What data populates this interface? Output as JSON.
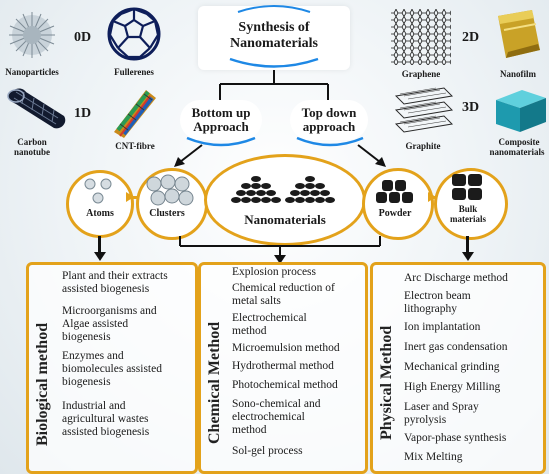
{
  "title": {
    "line1": "Synthesis of",
    "line2": "Nanomaterials"
  },
  "approaches": {
    "bottom_up_1": "Bottom up",
    "bottom_up_2": "Approach",
    "top_down_1": "Top down",
    "top_down_2": "approach"
  },
  "dimensions": {
    "zero_d": "0D",
    "one_d": "1D",
    "two_d": "2D",
    "three_d": "3D"
  },
  "images": {
    "nanoparticles": "Nanoparticles",
    "fullerenes": "Fullerenes",
    "carbon_nanotube_1": "Carbon",
    "carbon_nanotube_2": "nanotube",
    "cnt_fibre": "CNT-fibre",
    "graphene": "Graphene",
    "nanofilm": "Nanofilm",
    "graphite": "Graphite",
    "composite_1": "Composite",
    "composite_2": "nanomaterials"
  },
  "stages": {
    "atoms": "Atoms",
    "clusters": "Clusters",
    "nanomaterials": "Nanomaterials",
    "powder": "Powder",
    "bulk_1": "Bulk",
    "bulk_2": "materials"
  },
  "biological": {
    "title": "Biological method",
    "items": [
      [
        "Plant and their extracts",
        "assisted biogenesis"
      ],
      [
        "Microorganisms and",
        "Algae assisted",
        "biogenesis"
      ],
      [
        "Enzymes and",
        "biomolecules assisted",
        "biogenesis"
      ],
      [
        "Industrial and",
        "agricultural wastes",
        "assisted biogenesis"
      ]
    ]
  },
  "chemical": {
    "title": "Chemical Method",
    "items": [
      [
        "Explosion process"
      ],
      [
        "Chemical reduction of",
        "metal salts"
      ],
      [
        "Electrochemical",
        "method"
      ],
      [
        "Microemulsion method"
      ],
      [
        "Hydrothermal method"
      ],
      [
        "Photochemical method"
      ],
      [
        "Sono-chemical and",
        "electrochemical",
        "method"
      ],
      [
        "Sol-gel process"
      ]
    ]
  },
  "physical": {
    "title": "Physical Method",
    "items": [
      [
        "Arc Discharge method"
      ],
      [
        "Electron beam",
        "lithography"
      ],
      [
        "Ion implantation"
      ],
      [
        "Inert gas condensation"
      ],
      [
        "Mechanical grinding"
      ],
      [
        "High Energy Milling"
      ],
      [
        "Laser and Spray",
        "pyrolysis"
      ],
      [
        "Vapor-phase synthesis"
      ],
      [
        "Mix Melting"
      ]
    ]
  },
  "colors": {
    "accent": "#e3a21b",
    "blue_arc": "#1e88e5"
  }
}
